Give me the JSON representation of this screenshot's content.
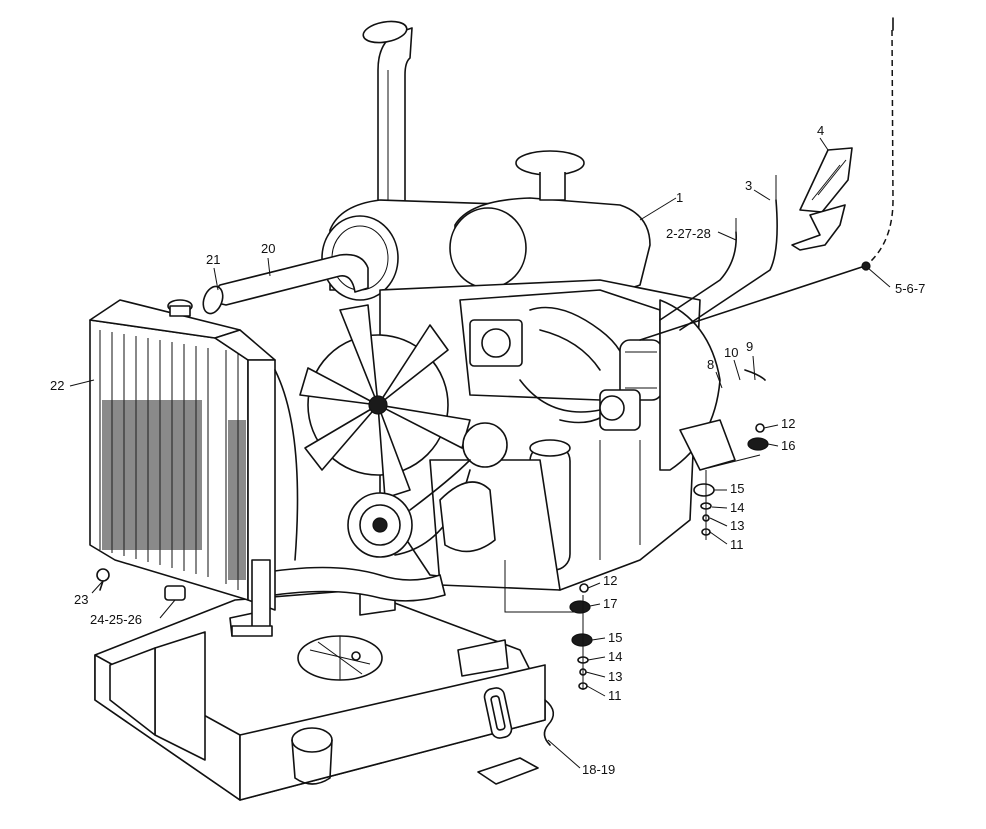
{
  "diagram": {
    "callouts": [
      {
        "id": "c1",
        "text": "1"
      },
      {
        "id": "c2",
        "text": "2-27-28"
      },
      {
        "id": "c3",
        "text": "3"
      },
      {
        "id": "c4",
        "text": "4"
      },
      {
        "id": "c5",
        "text": "5-6-7"
      },
      {
        "id": "c8",
        "text": "8"
      },
      {
        "id": "c10",
        "text": "10"
      },
      {
        "id": "c9",
        "text": "9"
      },
      {
        "id": "c12a",
        "text": "12"
      },
      {
        "id": "c16",
        "text": "16"
      },
      {
        "id": "c15a",
        "text": "15"
      },
      {
        "id": "c14a",
        "text": "14"
      },
      {
        "id": "c13a",
        "text": "13"
      },
      {
        "id": "c11a",
        "text": "11"
      },
      {
        "id": "c12b",
        "text": "12"
      },
      {
        "id": "c17",
        "text": "17"
      },
      {
        "id": "c15b",
        "text": "15"
      },
      {
        "id": "c14b",
        "text": "14"
      },
      {
        "id": "c13b",
        "text": "13"
      },
      {
        "id": "c11b",
        "text": "11"
      },
      {
        "id": "c18",
        "text": "18-19"
      },
      {
        "id": "c20",
        "text": "20"
      },
      {
        "id": "c21",
        "text": "21"
      },
      {
        "id": "c22",
        "text": "22"
      },
      {
        "id": "c23",
        "text": "23"
      },
      {
        "id": "c24",
        "text": "24-25-26"
      }
    ]
  }
}
